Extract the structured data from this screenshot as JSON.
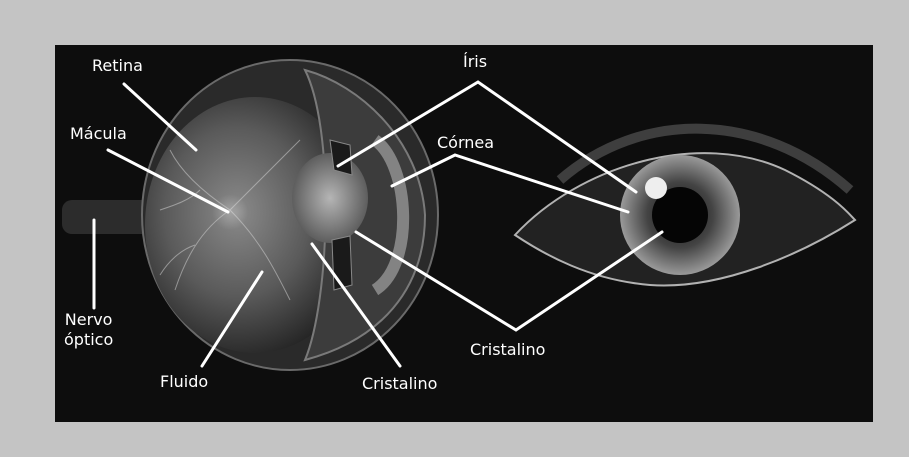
{
  "colors": {
    "page_background": "#c4c4c4",
    "panel_background": "#0d0d0d",
    "label_text": "#ffffff",
    "leader_lines": "#ffffff"
  },
  "labels": {
    "retina": "Retina",
    "macula": "Mácula",
    "iris": "Íris",
    "cornea": "Córnea",
    "nervo_optico": "Nervo\nóptico",
    "fluido": "Fluido",
    "cristalino_left": "Cristalino",
    "cristalino_right": "Cristalino"
  }
}
